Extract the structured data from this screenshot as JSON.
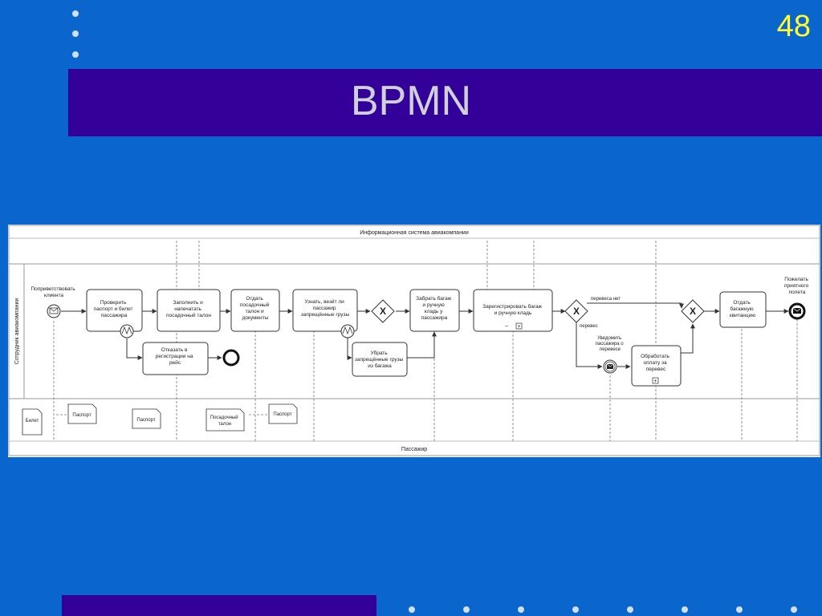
{
  "slide_number": "48",
  "title": "BPMN",
  "pools": {
    "top": "Информационная система авиакомпании",
    "middle": "Сотрудник авиакомпании",
    "bottom": "Пассажир"
  },
  "events": {
    "greet": [
      "Поприветствовать",
      "клиента"
    ],
    "wish": [
      "Пожелать",
      "приятного",
      "полета"
    ]
  },
  "tasks": {
    "check": [
      "Проверить",
      "паспорт и билет",
      "пассажира"
    ],
    "fill": [
      "Заполнить и",
      "напечатать",
      "посадочный талон"
    ],
    "give_docs": [
      "Отдать",
      "посадочный",
      "талон и",
      "документы"
    ],
    "ask": [
      "Узнать, везёт ли",
      "пассажир",
      "запрещённые грузы"
    ],
    "take_bag": [
      "Забрать багаж",
      "и ручную",
      "кладь у",
      "пассажира"
    ],
    "register": [
      "Зарегистрировать багаж",
      "и ручную кладь"
    ],
    "give_receipt": [
      "Отдать",
      "багажную",
      "квитанцию"
    ],
    "refuse": [
      "Отказать в",
      "регистрации на",
      "рейс"
    ],
    "remove": [
      "Убрать",
      "запрещённые грузы",
      "из багажа"
    ],
    "pay": [
      "Обработать",
      "оплату за",
      "перевес"
    ]
  },
  "flow_labels": {
    "no_overweight": "перевеса нет",
    "overweight": "перевес",
    "notify": [
      "Уведомить",
      "пассажира о",
      "перевесе"
    ]
  },
  "documents": {
    "ticket": "Билет",
    "passport1": "Паспорт",
    "passport2": "Паспорт",
    "boarding": [
      "Посадочный",
      "талон"
    ],
    "passport3": "Паспорт"
  },
  "colors": {
    "background": "#0a66cc",
    "title_bar": "#330099",
    "slide_number": "#ffff33",
    "title_text": "#d0d0d8"
  }
}
